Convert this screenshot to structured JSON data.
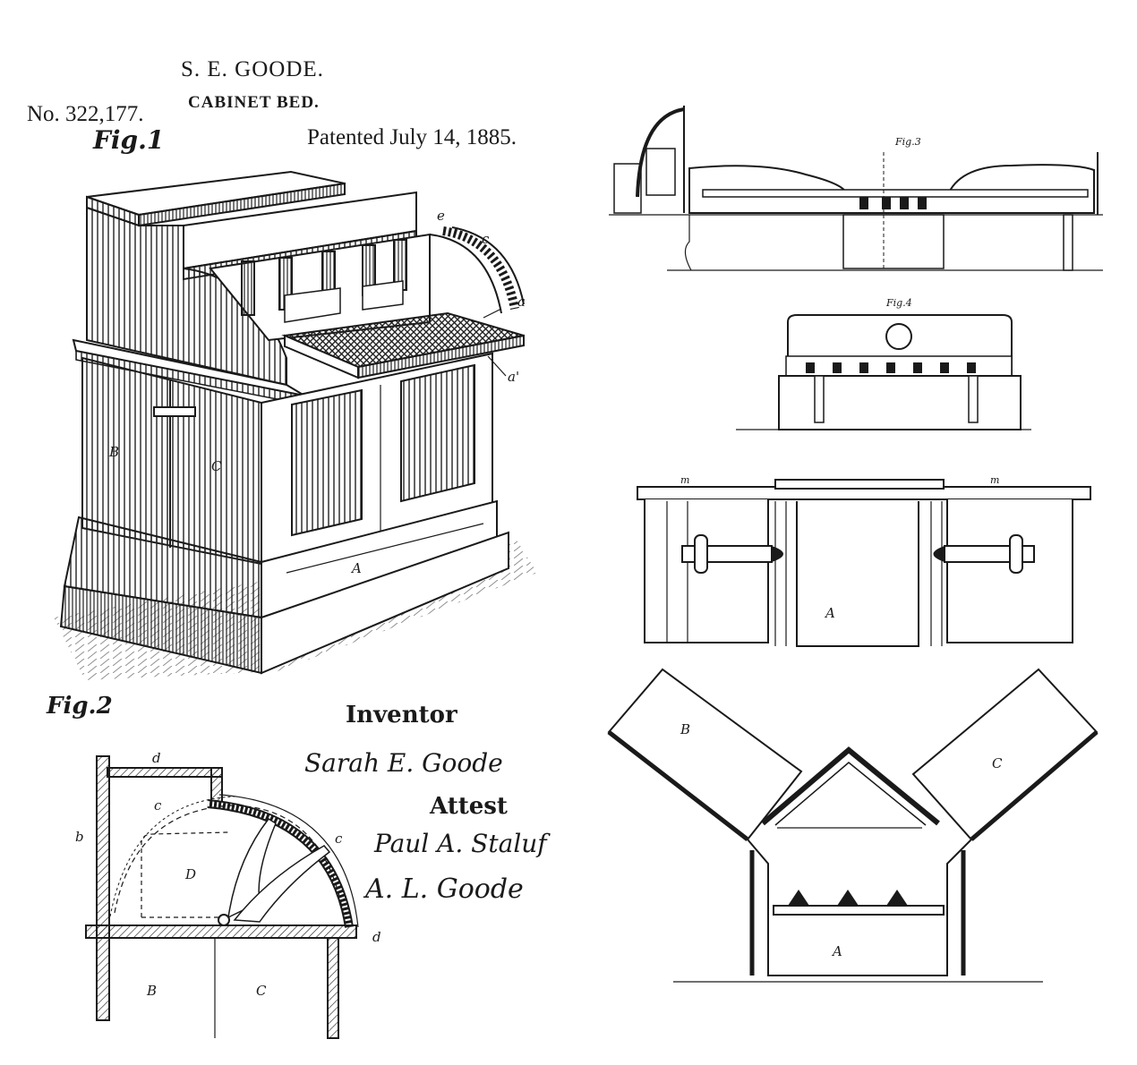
{
  "header": {
    "inventor_name": "S. E. GOODE.",
    "title": "CABINET BED.",
    "patent_no": "No. 322,177.",
    "patented_date": "Patented July 14, 1885."
  },
  "figures": {
    "fig1_label": "Fig.1",
    "fig2_label": "Fig.2"
  },
  "signatures": {
    "inventor_heading": "Inventor",
    "inventor_signature": "Sarah E. Goode",
    "attest_heading": "Attest",
    "witness_1": "Paul A. Staluf",
    "witness_2": "A. L. Goode"
  },
  "reference_letters": {
    "fig1": [
      "e",
      "c",
      "a",
      "a'",
      "B",
      "C",
      "A"
    ],
    "fig2": [
      "d",
      "c",
      "b",
      "c",
      "D",
      "d",
      "B",
      "C"
    ],
    "fig5": [
      "B",
      "C",
      "A"
    ]
  }
}
